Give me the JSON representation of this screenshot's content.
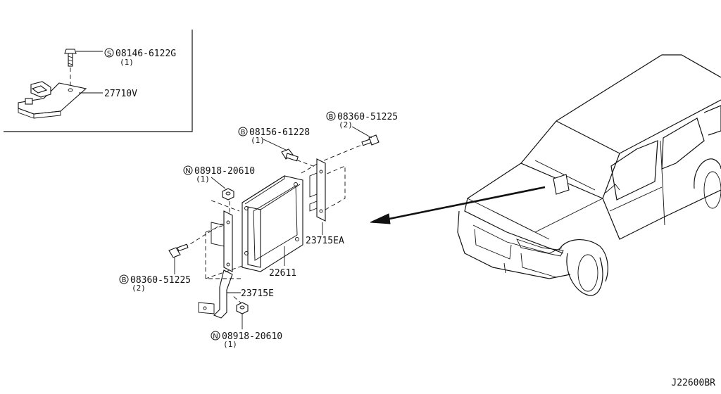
{
  "inset": {
    "bolt_prefix": "S",
    "bolt_part": "08146-6122G",
    "bolt_qty": "(1)",
    "bracket_part": "27710V"
  },
  "parts": {
    "bolt_top_prefix": "B",
    "bolt_top_part": "08156-61228",
    "bolt_top_qty": "(1)",
    "bolt_right_prefix": "B",
    "bolt_right_part": "08360-51225",
    "bolt_right_qty": "(2)",
    "nut_top_prefix": "N",
    "nut_top_part": "08918-20610",
    "nut_top_qty": "(1)",
    "bolt_left_prefix": "B",
    "bolt_left_part": "08360-51225",
    "bolt_left_qty": "(2)",
    "nut_bottom_prefix": "N",
    "nut_bottom_part": "08918-20610",
    "nut_bottom_qty": "(1)",
    "ecu_part": "22611",
    "bracket_right_part": "23715EA",
    "bracket_left_part": "23715E"
  },
  "diagram_code": "J22600BR"
}
